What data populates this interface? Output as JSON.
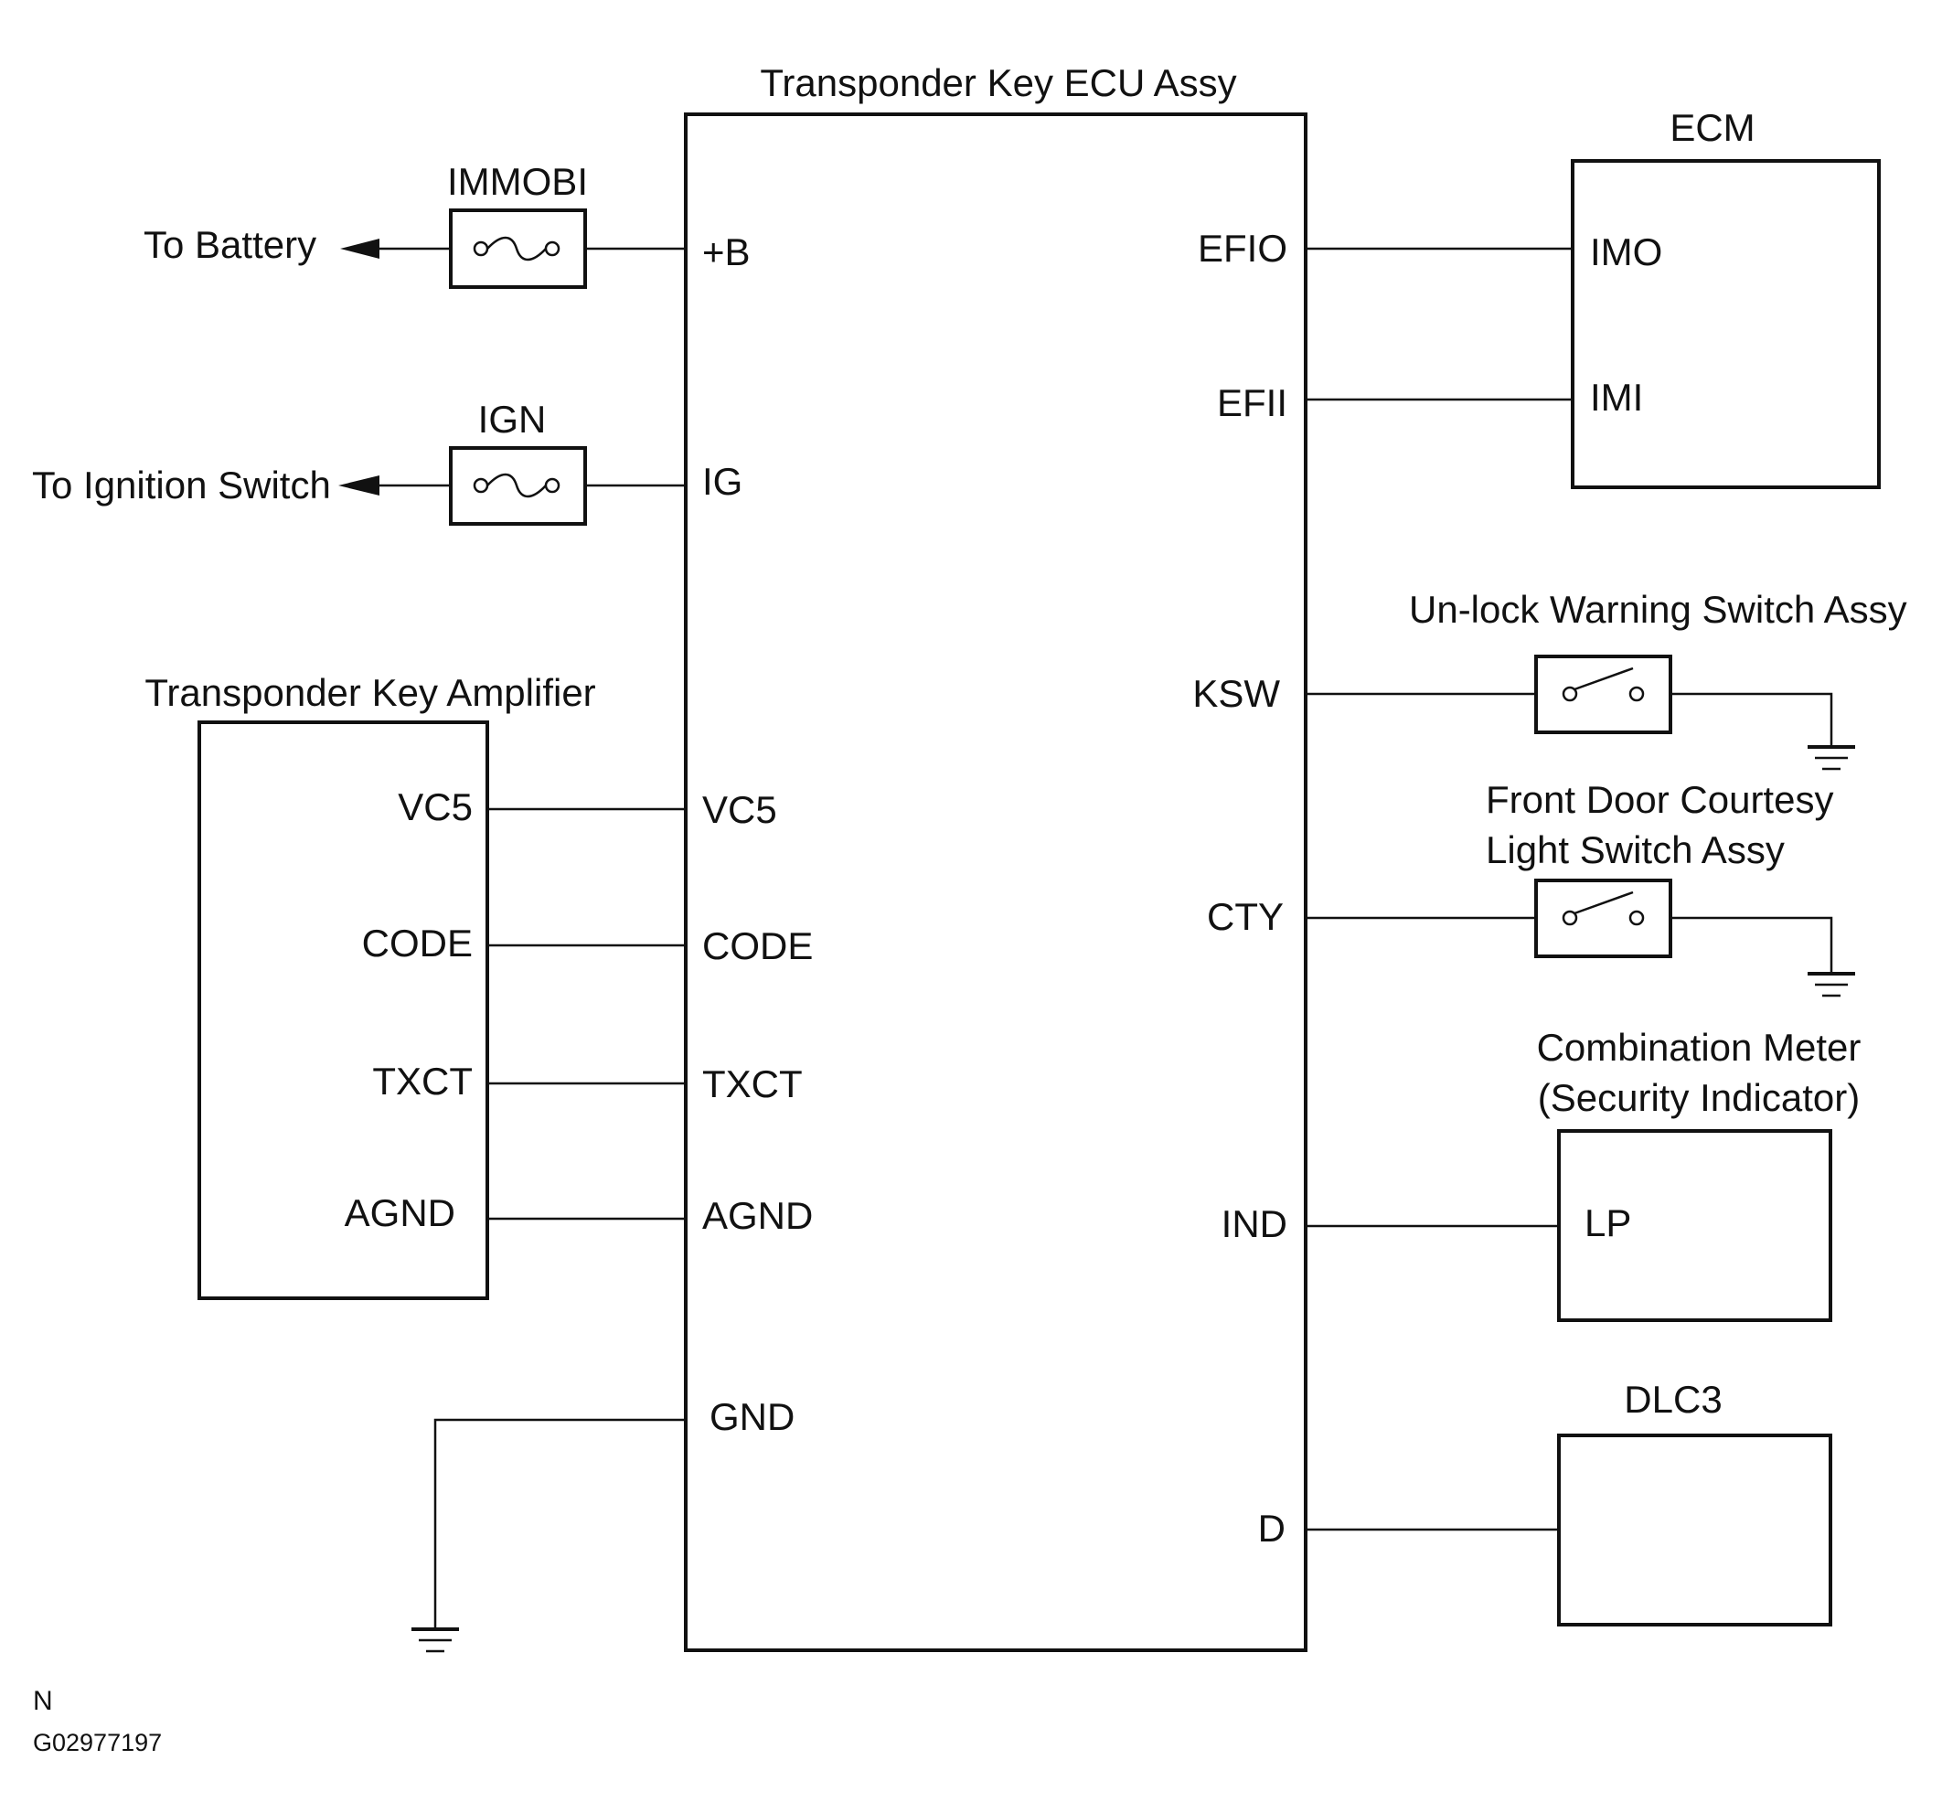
{
  "ecu": {
    "title": "Transponder Key ECU Assy",
    "left_pins": [
      "+B",
      "IG",
      "VC5",
      "CODE",
      "TXCT",
      "AGND",
      "GND"
    ],
    "right_pins": [
      "EFIO",
      "EFII",
      "KSW",
      "CTY",
      "IND",
      "D"
    ]
  },
  "fuses": {
    "immobi": "IMMOBI",
    "ign": "IGN"
  },
  "destinations": {
    "battery": "To Battery",
    "ignition": "To Ignition Switch"
  },
  "amplifier": {
    "title": "Transponder Key Amplifier",
    "pins": [
      "VC5",
      "CODE",
      "TXCT",
      "AGND"
    ]
  },
  "ecm": {
    "title": "ECM",
    "pins": [
      "IMO",
      "IMI"
    ]
  },
  "unlock_switch": {
    "title": "Un-lock  Warning Switch Assy"
  },
  "door_switch": {
    "title_line1": "Front Door Courtesy",
    "title_line2": "Light Switch Assy"
  },
  "meter": {
    "title_line1": "Combination Meter",
    "title_line2": "(Security Indicator)",
    "pin": "LP"
  },
  "dlc3": {
    "title": "DLC3"
  },
  "footer": {
    "letter": "N",
    "code": "G02977197"
  }
}
